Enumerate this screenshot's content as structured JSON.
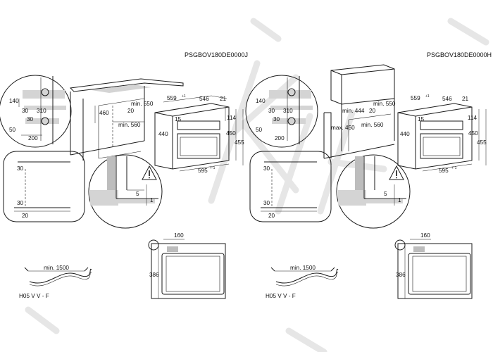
{
  "left_panel": {
    "model_code": "PSGBOV180DE0000J",
    "detail_dims": [
      "140",
      "30",
      "310",
      "50",
      "30",
      "200"
    ],
    "cabinet_dims": [
      "460",
      "min. 550",
      "20",
      "min. 560"
    ],
    "oven_dims": [
      "559",
      "+1",
      "546",
      "21",
      "15",
      "114",
      "440",
      "450",
      "455",
      "595",
      "+-1"
    ],
    "side_dims": [
      "30",
      "30",
      "20"
    ],
    "gap_dims": [
      "5",
      "1"
    ],
    "cable_length": "min. 1500",
    "cable_type": "H05 V V - F",
    "socket_dims": [
      "160",
      "386"
    ]
  },
  "right_panel": {
    "model_code": "PSGBOV180DE0000H",
    "detail_dims": [
      "140",
      "30",
      "310",
      "50",
      "30",
      "200"
    ],
    "cabinet_dims": [
      "min. 444",
      "min. 550",
      "20",
      "max. 450",
      "min. 560"
    ],
    "oven_dims": [
      "559",
      "+1",
      "546",
      "21",
      "15",
      "114",
      "440",
      "450",
      "455",
      "595",
      "+-1"
    ],
    "side_dims": [
      "30",
      "30",
      "20"
    ],
    "gap_dims": [
      "5",
      "1"
    ],
    "cable_length": "min. 1500",
    "cable_type": "H05 V V - F",
    "socket_dims": [
      "160",
      "386"
    ]
  },
  "watermark": "KIT",
  "icons": [
    "plug-icon",
    "warning-icon"
  ]
}
